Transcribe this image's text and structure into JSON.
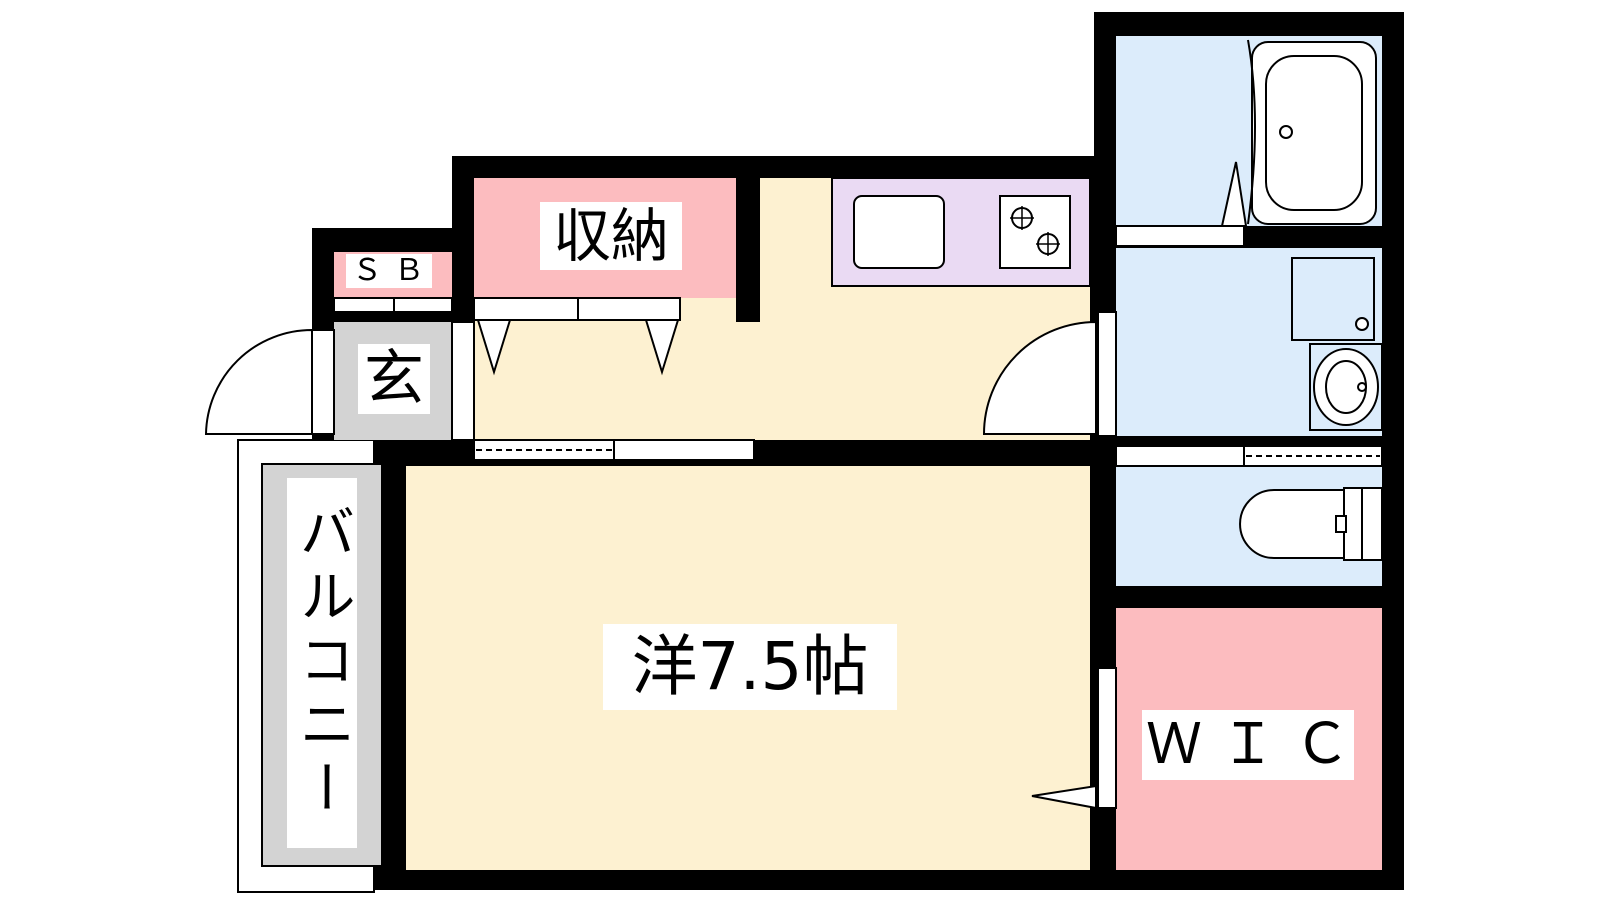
{
  "floor_plan": {
    "rooms": {
      "storage": "収納",
      "shoe_box": "ＳＢ",
      "entrance": "玄",
      "western_room": "洋7.5帖",
      "walk_in_closet": "ＷＩＣ",
      "balcony": "バルコニー"
    },
    "colors": {
      "wall": "#000000",
      "living_area": "#fdf1d1",
      "storage_area": "#fcbcbf",
      "wet_area": "#dcecfb",
      "kitchen_counter": "#eadaf3",
      "entrance_floor": "#d3d3d3",
      "balcony_floor": "#d3d3d3"
    }
  }
}
